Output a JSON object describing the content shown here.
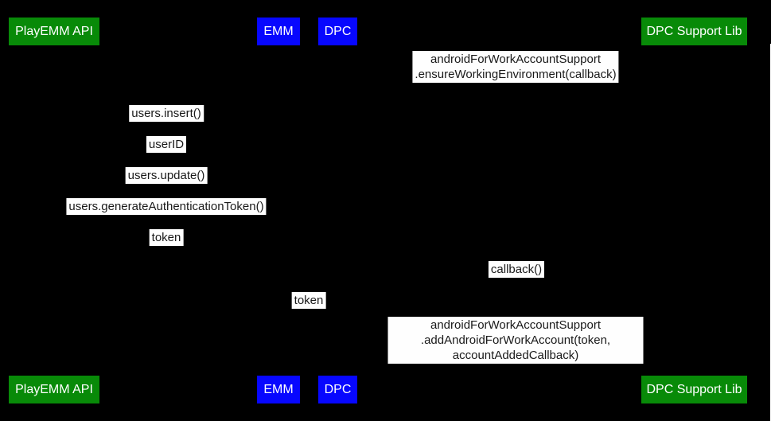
{
  "diagram": {
    "kind": "sequence-diagram",
    "colors": {
      "background": "#000000",
      "google_actor": "#088A08",
      "emm_actor": "#0707FF",
      "label_background": "#FEFEFE",
      "label_text": "#1A1A1A",
      "actor_text": "#FFFFFF"
    }
  },
  "actors": [
    {
      "id": "playemm-api",
      "label": "PlayEMM API",
      "role": "google"
    },
    {
      "id": "emm",
      "label": "EMM",
      "role": "emm"
    },
    {
      "id": "dpc",
      "label": "DPC",
      "role": "emm"
    },
    {
      "id": "dpc-support-lib",
      "label": "DPC Support Lib",
      "role": "google"
    }
  ],
  "messages": [
    {
      "between": [
        "DPC",
        "DPC Support Lib"
      ],
      "text": "androidForWorkAccountSupport\n.ensureWorkingEnvironment(callback)"
    },
    {
      "between": [
        "EMM",
        "PlayEMM API"
      ],
      "text": "users.insert()"
    },
    {
      "between": [
        "EMM",
        "PlayEMM API"
      ],
      "text": "userID"
    },
    {
      "between": [
        "EMM",
        "PlayEMM API"
      ],
      "text": "users.update()"
    },
    {
      "between": [
        "EMM",
        "PlayEMM API"
      ],
      "text": "users.generateAuthenticationToken()"
    },
    {
      "between": [
        "EMM",
        "PlayEMM API"
      ],
      "text": "token"
    },
    {
      "between": [
        "DPC",
        "DPC Support Lib"
      ],
      "text": "callback()"
    },
    {
      "between": [
        "EMM",
        "DPC"
      ],
      "text": "token"
    },
    {
      "between": [
        "DPC",
        "DPC Support Lib"
      ],
      "text": "androidForWorkAccountSupport\n.addAndroidForWorkAccount(token, accountAddedCallback)"
    }
  ]
}
